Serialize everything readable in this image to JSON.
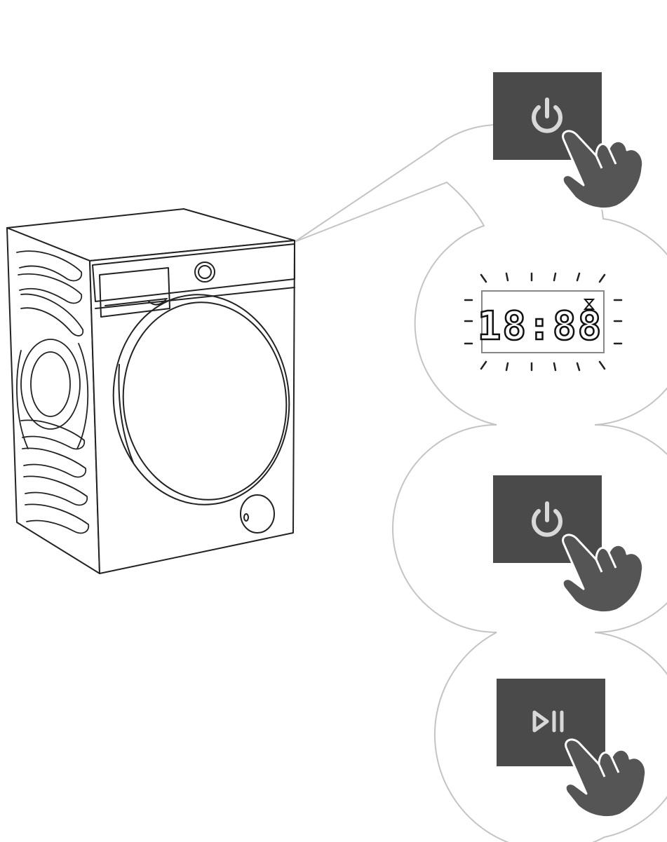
{
  "diagram": {
    "appliance": "washing-machine",
    "callout_steps": [
      {
        "step": 1,
        "kind": "button-press",
        "icon": "power-icon",
        "action": "press"
      },
      {
        "step": 2,
        "kind": "display",
        "display_text": "18:88",
        "indicator_icon": "hourglass-icon",
        "state": "flashing"
      },
      {
        "step": 3,
        "kind": "button-press",
        "icon": "power-icon",
        "action": "press"
      },
      {
        "step": 4,
        "kind": "button-press",
        "icon": "play-pause-icon",
        "action": "press"
      }
    ]
  },
  "colors": {
    "button_fill": "#4a4a4a",
    "icon_stroke": "#d8d8d8",
    "hand_fill": "#555555",
    "callout_outline": "#c4c4c4",
    "line_art": "#222222"
  }
}
